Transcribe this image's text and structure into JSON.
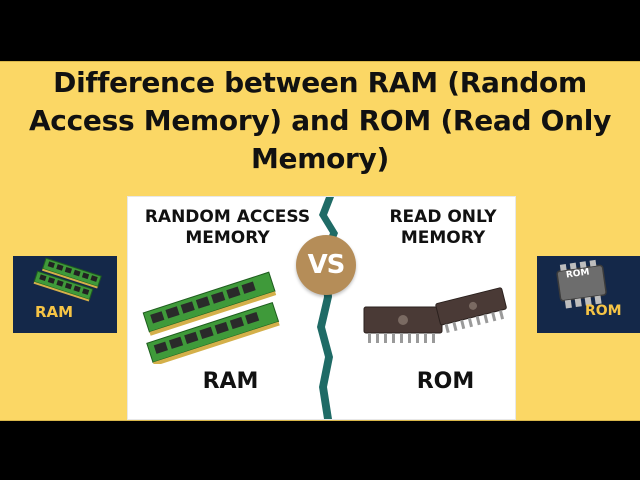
{
  "title": {
    "line1": "Difference between RAM (Random",
    "line2": "Access Memory) and ROM (Read Only",
    "line3": "Memory)"
  },
  "panel": {
    "left_heading_line1": "RANDOM ACCESS",
    "left_heading_line2": "MEMORY",
    "right_heading_line1": "READ ONLY",
    "right_heading_line2": "MEMORY",
    "vs_label": "VS",
    "left_label": "RAM",
    "right_label": "ROM"
  },
  "side_cards": {
    "left_label": "RAM",
    "right_label": "ROM",
    "right_chip_text": "ROM"
  },
  "colors": {
    "banner": "#fbd765",
    "background": "#000000",
    "divider": "#1f6b66",
    "vs_badge": "#b58d58",
    "card": "#142849",
    "card_text": "#f6c445",
    "ram_pcb": "#3f9a3a"
  }
}
